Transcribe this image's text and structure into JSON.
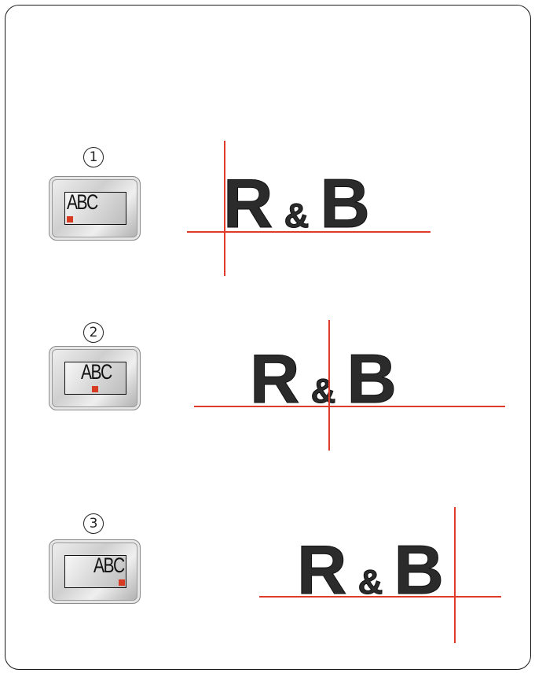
{
  "rows": [
    {
      "number": "1",
      "button_text": "ABC",
      "sample": {
        "letter1": "R",
        "amp": "&",
        "letter2": "B"
      }
    },
    {
      "number": "2",
      "button_text": "ABC",
      "sample": {
        "letter1": "R",
        "amp": "&",
        "letter2": "B"
      }
    },
    {
      "number": "3",
      "button_text": "ABC",
      "sample": {
        "letter1": "R",
        "amp": "&",
        "letter2": "B"
      }
    }
  ],
  "colors": {
    "guide_line": "#e03a2a",
    "indicator": "#d83a22",
    "text": "#2b2b2b"
  }
}
